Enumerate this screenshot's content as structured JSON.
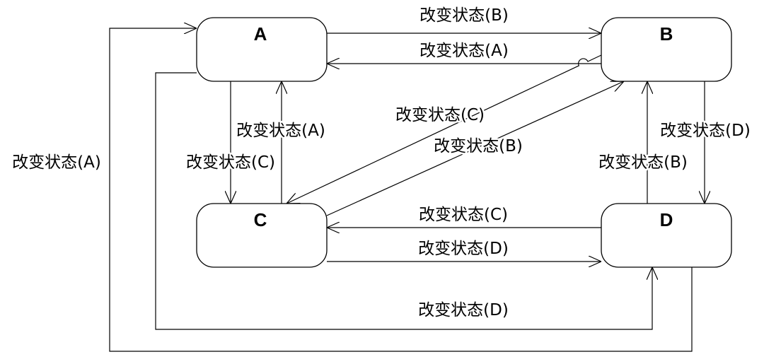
{
  "states": {
    "a": "A",
    "b": "B",
    "c": "C",
    "d": "D"
  },
  "transitions": {
    "a_to_b": "改变状态(B)",
    "b_to_a": "改变状态(A)",
    "a_to_c": "改变状态(C)",
    "c_to_a": "改变状态(A)",
    "b_to_c": "改变状态(C)",
    "c_to_b": "改变状态(B)",
    "b_to_d": "改变状态(D)",
    "d_to_b": "改变状态(B)",
    "d_to_c": "改变状态(C)",
    "c_to_d": "改变状态(D)",
    "a_to_d": "改变状态(D)",
    "d_to_a": "改变状态(A)"
  },
  "colors": {
    "line": "#000000",
    "text": "#000000",
    "background": "#ffffff"
  }
}
